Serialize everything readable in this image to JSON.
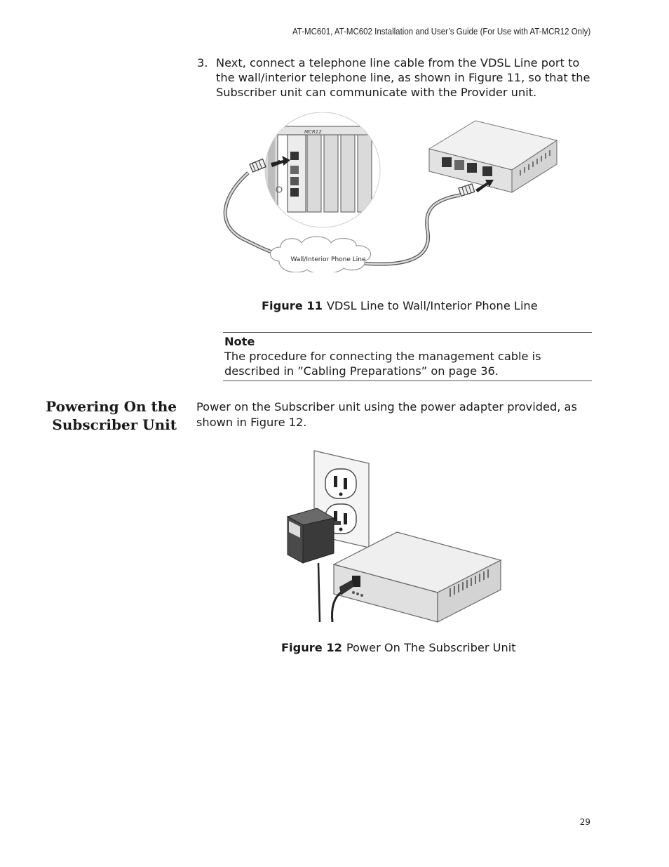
{
  "header": {
    "running_title": "AT-MC601, AT-MC602 Installation and User’s Guide (For Use with AT-MCR12 Only)"
  },
  "step3": {
    "number": "3.",
    "text": "Next, connect a telephone line cable from the VDSL Line port to the wall/interior telephone line, as shown in Figure 11, so that the Subscriber unit can communicate with the Provider unit."
  },
  "figure11": {
    "chassis_label": "MCR12",
    "cloud_label": "Wall/Interior Phone Line",
    "caption_label": "Figure 11",
    "caption_text": "VDSL Line to Wall/Interior Phone Line"
  },
  "note": {
    "title": "Note",
    "text": "The procedure for connecting the management cable is described in ”Cabling Preparations” on page 36."
  },
  "section": {
    "heading": "Powering On the Subscriber Unit",
    "paragraph": "Power on the Subscriber unit using the power adapter provided, as shown in Figure 12."
  },
  "figure12": {
    "caption_label": "Figure 12",
    "caption_text": "Power On The Subscriber Unit"
  },
  "footer": {
    "page_number": "29"
  }
}
